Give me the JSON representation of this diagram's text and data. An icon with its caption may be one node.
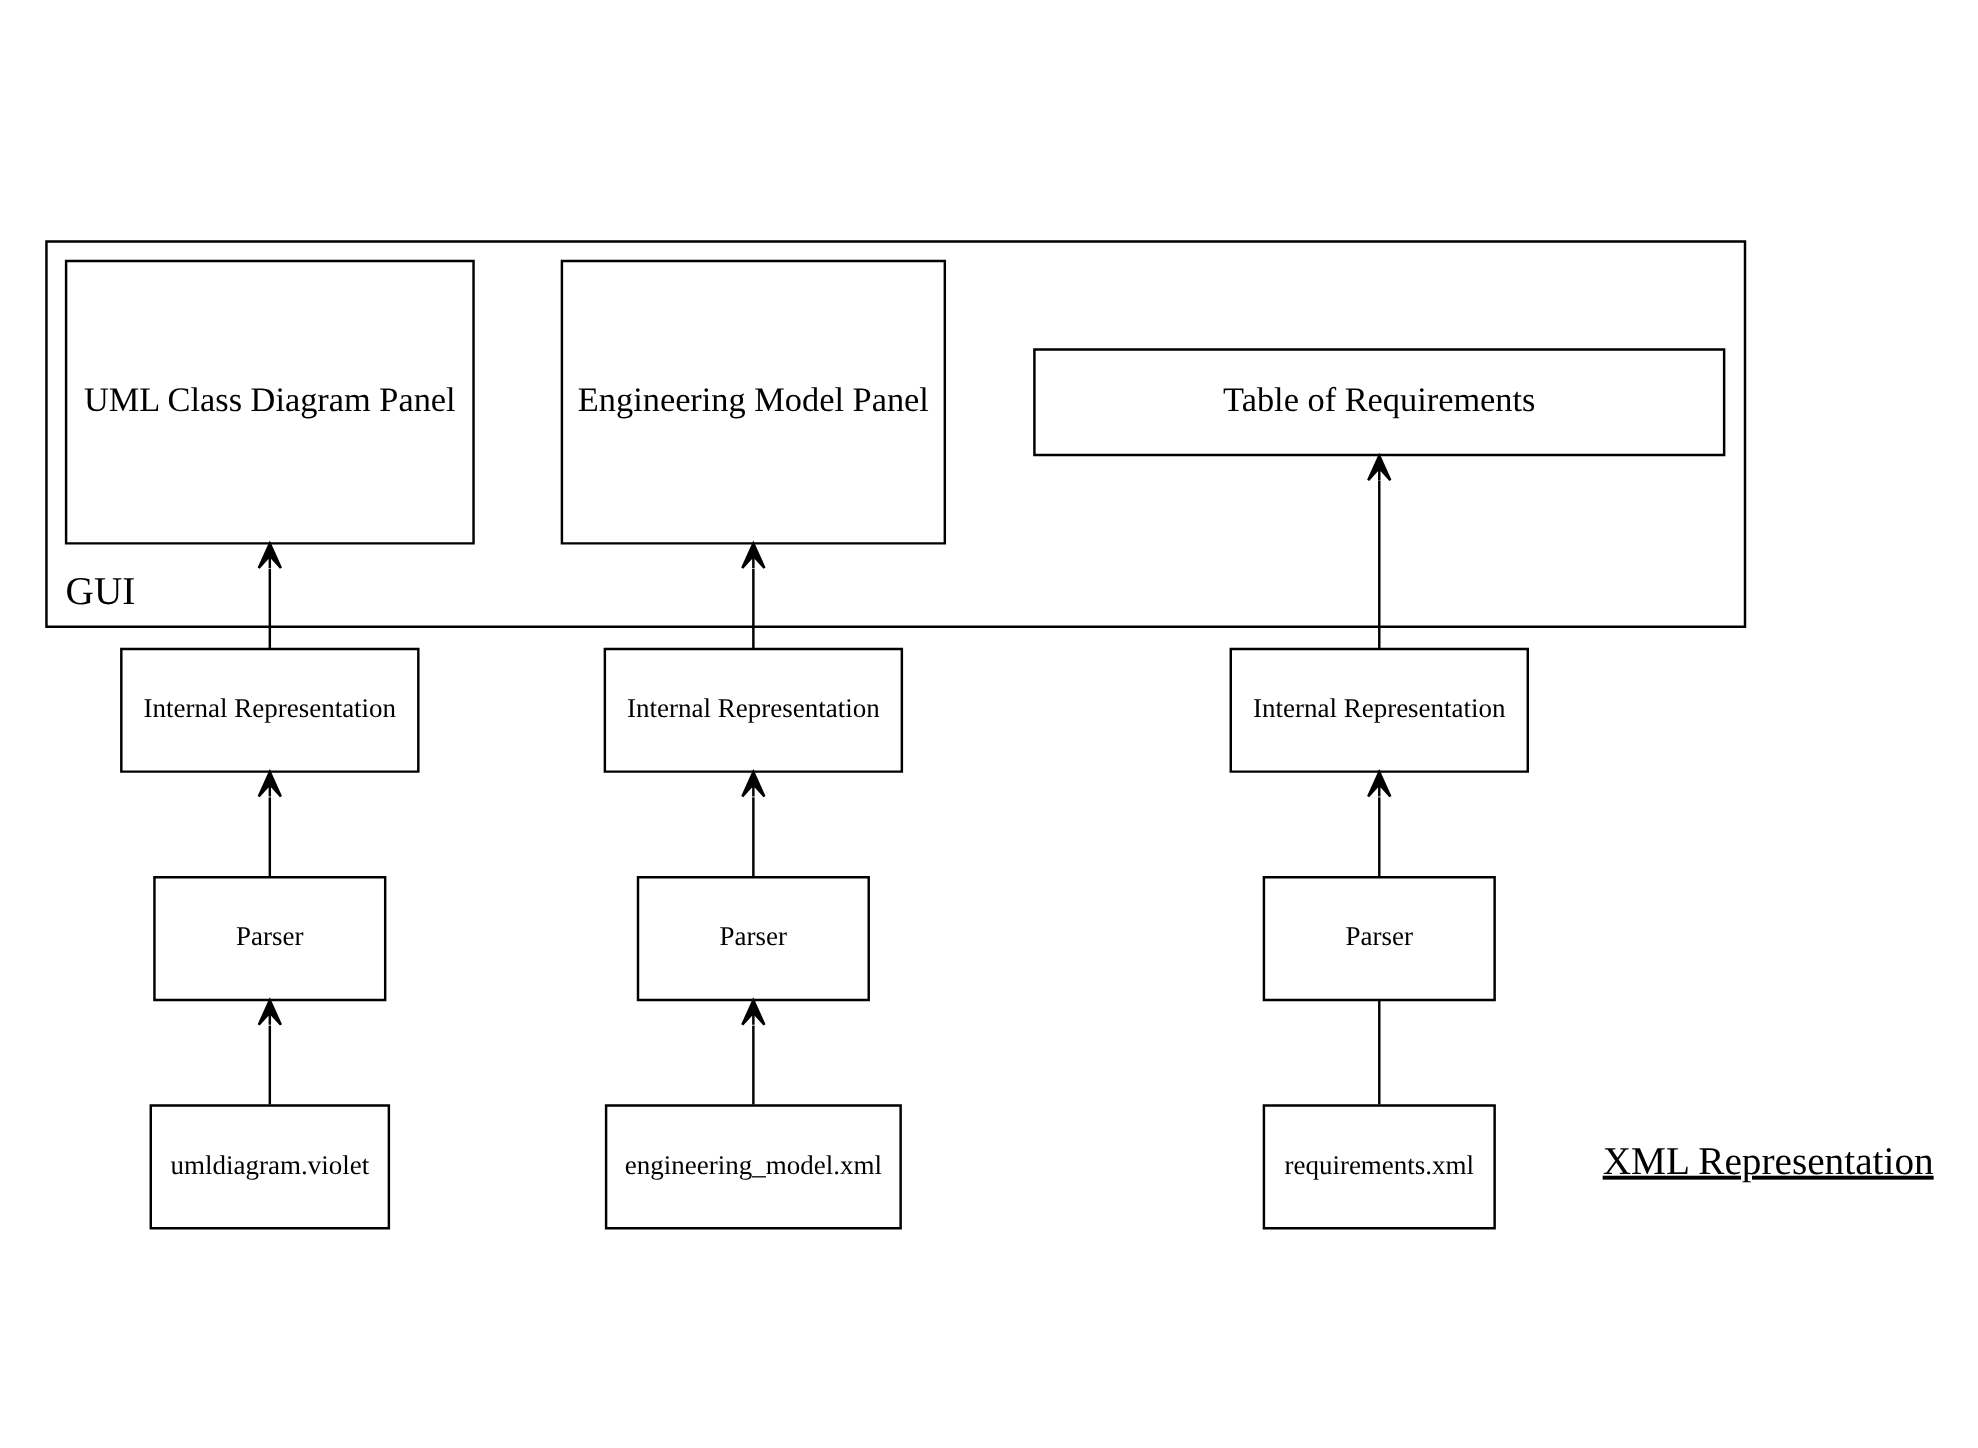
{
  "diagram": {
    "nodes": [
      {
        "text": [
          "GUI"
        ]
      },
      {
        "text": [
          "UML Class Diagram Panel"
        ],
        "in": 0
      },
      {
        "text": [
          "Engineering Model Panel"
        ],
        "in": 0
      },
      {
        "text": [
          "Table of Requirements"
        ],
        "in": 0
      },
      {
        "text": [
          "Internal Representation"
        ]
      },
      {
        "text": [
          "Parser"
        ]
      },
      {
        "text": [
          "Internal Representation"
        ]
      },
      {
        "text": [
          "Parser"
        ]
      },
      {
        "text": [
          "Internal Representation"
        ]
      },
      {
        "text": [
          "Parser"
        ]
      },
      {
        "text": [
          "umldiagram.violet"
        ]
      },
      {
        "text": [
          "requirements.xml"
        ]
      },
      {
        "text": [
          "engineering_model.xml"
        ]
      }
    ],
    "edges": [
      {
        "from": 4,
        "to": 1,
        "arrow": "to"
      },
      {
        "from": 6,
        "to": 2,
        "arrow": "to"
      },
      {
        "from": 5,
        "to": 4,
        "arrow": "to"
      },
      {
        "from": 7,
        "to": 6,
        "arrow": "to"
      },
      {
        "from": 8,
        "to": 3,
        "arrow": "to"
      },
      {
        "from": 9,
        "to": 8,
        "arrow": "to"
      },
      {
        "from": 10,
        "to": 5,
        "arrow": "to"
      },
      {
        "from": 11,
        "to": 9,
        "arrow": "none"
      },
      {
        "from": 12,
        "to": 7,
        "arrow": "to"
      }
    ],
    "labels": [
      "XML Representation"
    ]
  }
}
